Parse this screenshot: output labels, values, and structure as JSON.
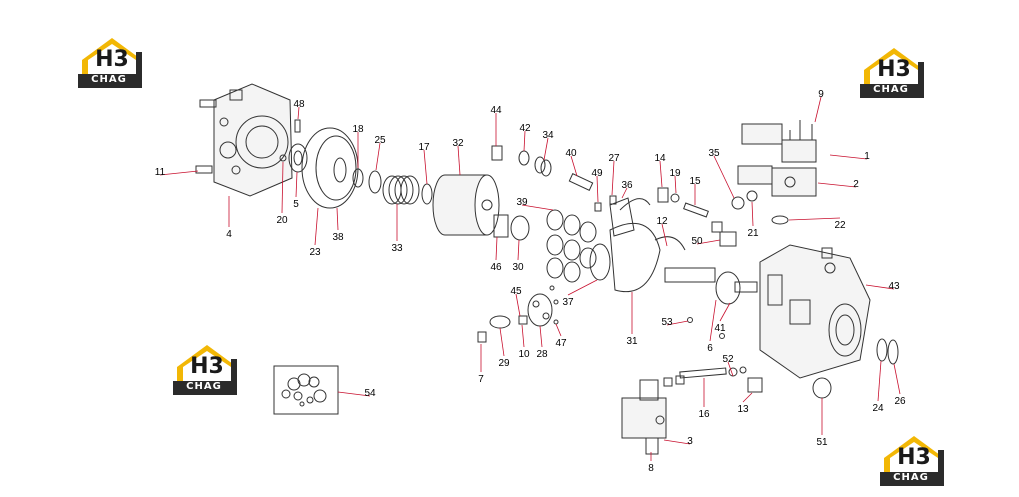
{
  "logo": {
    "main": "H3",
    "sub": "CHAG"
  },
  "colors": {
    "accent": "#f2b705",
    "dark": "#2b2b2b",
    "leader": "#c8102e",
    "line": "#333333"
  },
  "callouts": [
    "1",
    "2",
    "3",
    "4",
    "5",
    "6",
    "7",
    "8",
    "9",
    "10",
    "11",
    "12",
    "13",
    "14",
    "15",
    "16",
    "17",
    "18",
    "19",
    "20",
    "21",
    "22",
    "23",
    "24",
    "25",
    "26",
    "27",
    "28",
    "29",
    "30",
    "31",
    "32",
    "33",
    "34",
    "35",
    "36",
    "37",
    "38",
    "39",
    "40",
    "41",
    "42",
    "43",
    "44",
    "45",
    "46",
    "47",
    "48",
    "49",
    "50",
    "51",
    "52",
    "53",
    "54"
  ]
}
